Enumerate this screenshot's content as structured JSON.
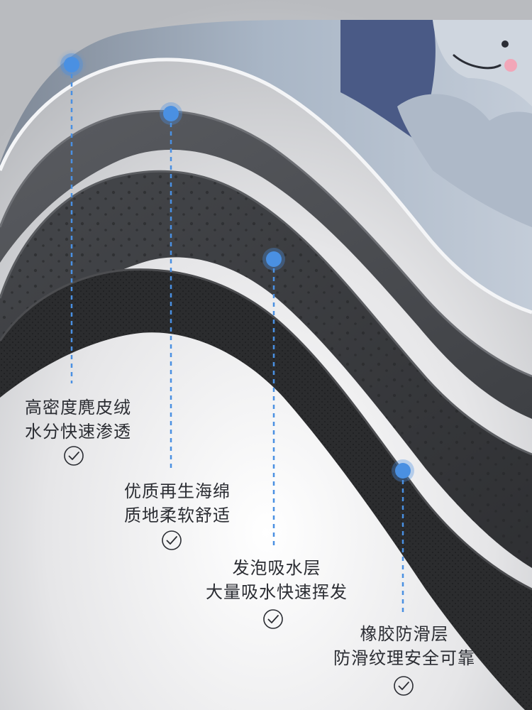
{
  "layers": [
    {
      "title": "高密度麂皮绒",
      "subtitle": "水分快速渗透",
      "check_icon": "check-circle-icon"
    },
    {
      "title": "优质再生海绵",
      "subtitle": "质地柔软舒适",
      "check_icon": "check-circle-icon"
    },
    {
      "title": "发泡吸水层",
      "subtitle": "大量吸水快速挥发",
      "check_icon": "check-circle-icon"
    },
    {
      "title": "橡胶防滑层",
      "subtitle": "防滑纹理安全可靠",
      "check_icon": "check-circle-icon"
    }
  ],
  "colors": {
    "marker": "#4a90e2",
    "dashed_line": "#4a90e2",
    "text": "#2b2d33",
    "top_fabric": "#8fa0b6",
    "navy_pattern": "#4a5a86",
    "sponge": "#3a3b3e",
    "rubber": "#2a2b2d"
  }
}
